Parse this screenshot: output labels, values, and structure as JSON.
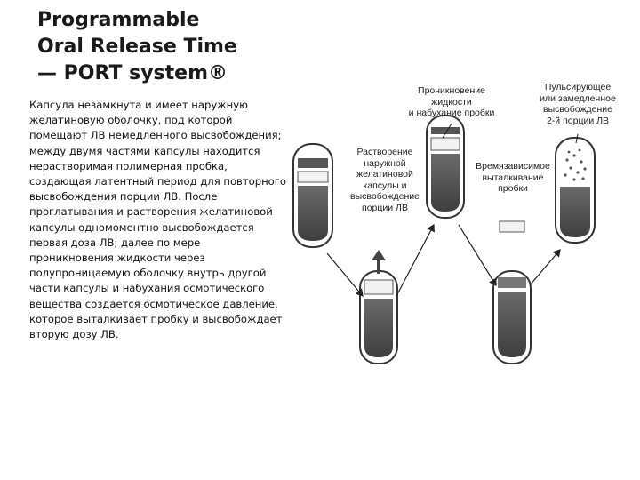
{
  "title": {
    "line1": "Programmable",
    "line2": "Oral Release Time",
    "line3": "— PORT system®"
  },
  "description": "Капсула незамкнута и имеет наружную желатиновую оболочку, под которой помещают ЛВ немедленного высвобождения; между двумя частями капсулы находится нерастворимая полимерная пробка, создающая латентный период для повторного высвобождения порции ЛВ. После проглатывания и растворения желатиновой капсулы одномоментно высвобождается первая доза ЛВ; далее по мере проникновения жидкости через полупроницаемую оболочку внутрь другой части капсулы и набухания осмотического вещества создается осмотическое давление, которое выталкивает пробку и высвобождает вторую дозу ЛВ.",
  "diagram": {
    "labels": {
      "penetration": "Проникновение\nжидкости\nи набухание пробки",
      "pulsatile": "Пульсирующее\nили замедленное\nвысвобождение\n2-й порции ЛВ",
      "dissolution": "Растворение\nнаружной\nжелатиновой\nкапсулы и\nвысвобождение\nпорции ЛВ",
      "time_dependent": "Времязависимое\nвыталкивание\nпробки"
    }
  }
}
